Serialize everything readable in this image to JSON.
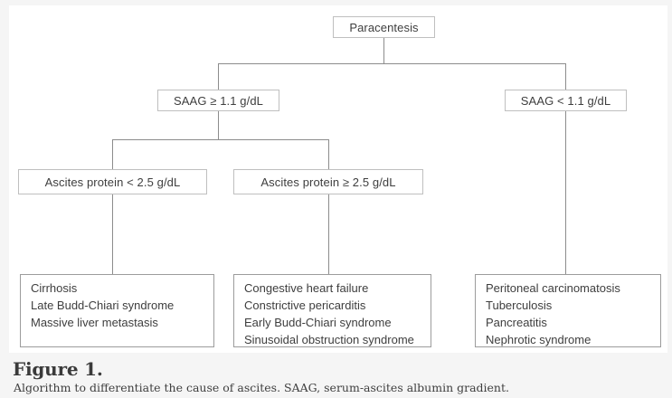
{
  "figure": {
    "nodes": {
      "root": "Paracentesis",
      "saag_high": "SAAG ≥ 1.1 g/dL",
      "saag_low": "SAAG < 1.1 g/dL",
      "protein_low": "Ascites protein < 2.5 g/dL",
      "protein_high": "Ascites protein ≥ 2.5 g/dL"
    },
    "outcomes": {
      "low_protein": [
        "Cirrhosis",
        "Late Budd-Chiari syndrome",
        "Massive liver metastasis"
      ],
      "high_protein": [
        "Congestive heart failure",
        "Constrictive pericarditis",
        "Early Budd-Chiari syndrome",
        "Sinusoidal obstruction syndrome"
      ],
      "saag_low": [
        "Peritoneal carcinomatosis",
        "Tuberculosis",
        "Pancreatitis",
        "Nephrotic syndrome"
      ]
    },
    "caption": {
      "title": "Figure 1.",
      "text": "Algorithm to differentiate the cause of ascites. SAAG, serum-ascites albumin gradient."
    },
    "colors": {
      "page_background": "#f5f5f5",
      "panel_background": "#ffffff",
      "connector_line": "#8c8c8c",
      "decision_box_border": "#bfbfbf",
      "outcome_box_border": "#9c9c9c",
      "text": "#3e3e3e"
    }
  }
}
